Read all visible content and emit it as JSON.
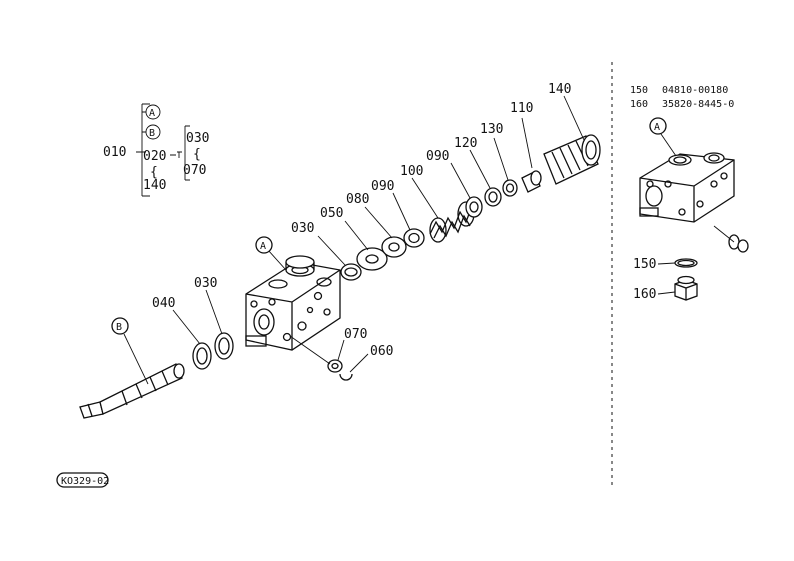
{
  "legend": {
    "root": "010",
    "sub_a": "A",
    "sub_b": "B",
    "child": "020",
    "child_first": "030",
    "child_last": "070",
    "last": "140",
    "tilde": "{"
  },
  "parts_table": [
    {
      "ref": "150",
      "part_no": "04810-00180"
    },
    {
      "ref": "160",
      "part_no": "35820-8445-0"
    }
  ],
  "callouts": {
    "c030a": "030",
    "c050": "050",
    "c080": "080",
    "c090a": "090",
    "c100": "100",
    "c090b": "090",
    "c120": "120",
    "c130": "130",
    "c110": "110",
    "c140": "140",
    "c040": "040",
    "c030b": "030",
    "c070": "070",
    "c060": "060",
    "c150": "150",
    "c160": "160"
  },
  "markers": {
    "a_main": "A",
    "b_main": "B",
    "a_inset": "A"
  },
  "figure_id": "KO329-02"
}
